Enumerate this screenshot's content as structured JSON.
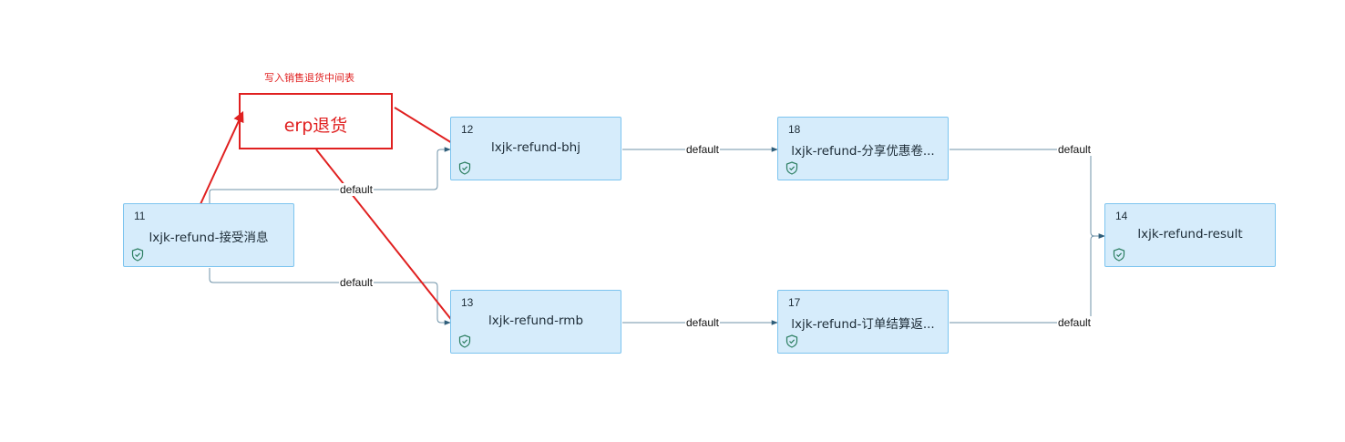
{
  "colors": {
    "node_fill": "#d6ecfb",
    "node_border": "#7cc4ef",
    "edge": "#5b7f95",
    "annotation": "#e02020",
    "icon": "#2a7d5f"
  },
  "nodes": [
    {
      "key": "n11",
      "id": "11",
      "label": "lxjk-refund-接受消息",
      "icon": "shield-check-icon"
    },
    {
      "key": "n12",
      "id": "12",
      "label": "lxjk-refund-bhj",
      "icon": "shield-check-icon"
    },
    {
      "key": "n13",
      "id": "13",
      "label": "lxjk-refund-rmb",
      "icon": "shield-check-icon"
    },
    {
      "key": "n18",
      "id": "18",
      "label": "lxjk-refund-分享优惠卷...",
      "icon": "shield-check-icon"
    },
    {
      "key": "n17",
      "id": "17",
      "label": "lxjk-refund-订单结算返...",
      "icon": "shield-check-icon"
    },
    {
      "key": "n14",
      "id": "14",
      "label": "lxjk-refund-result",
      "icon": "shield-check-icon"
    }
  ],
  "edges": [
    {
      "from": "11",
      "to": "12",
      "label": "default"
    },
    {
      "from": "11",
      "to": "13",
      "label": "default"
    },
    {
      "from": "12",
      "to": "18",
      "label": "default"
    },
    {
      "from": "13",
      "to": "17",
      "label": "default"
    },
    {
      "from": "18",
      "to": "14",
      "label": "default"
    },
    {
      "from": "17",
      "to": "14",
      "label": "default"
    }
  ],
  "annotation": {
    "caption": "写入销售退货中间表",
    "box_text": "erp退货"
  }
}
